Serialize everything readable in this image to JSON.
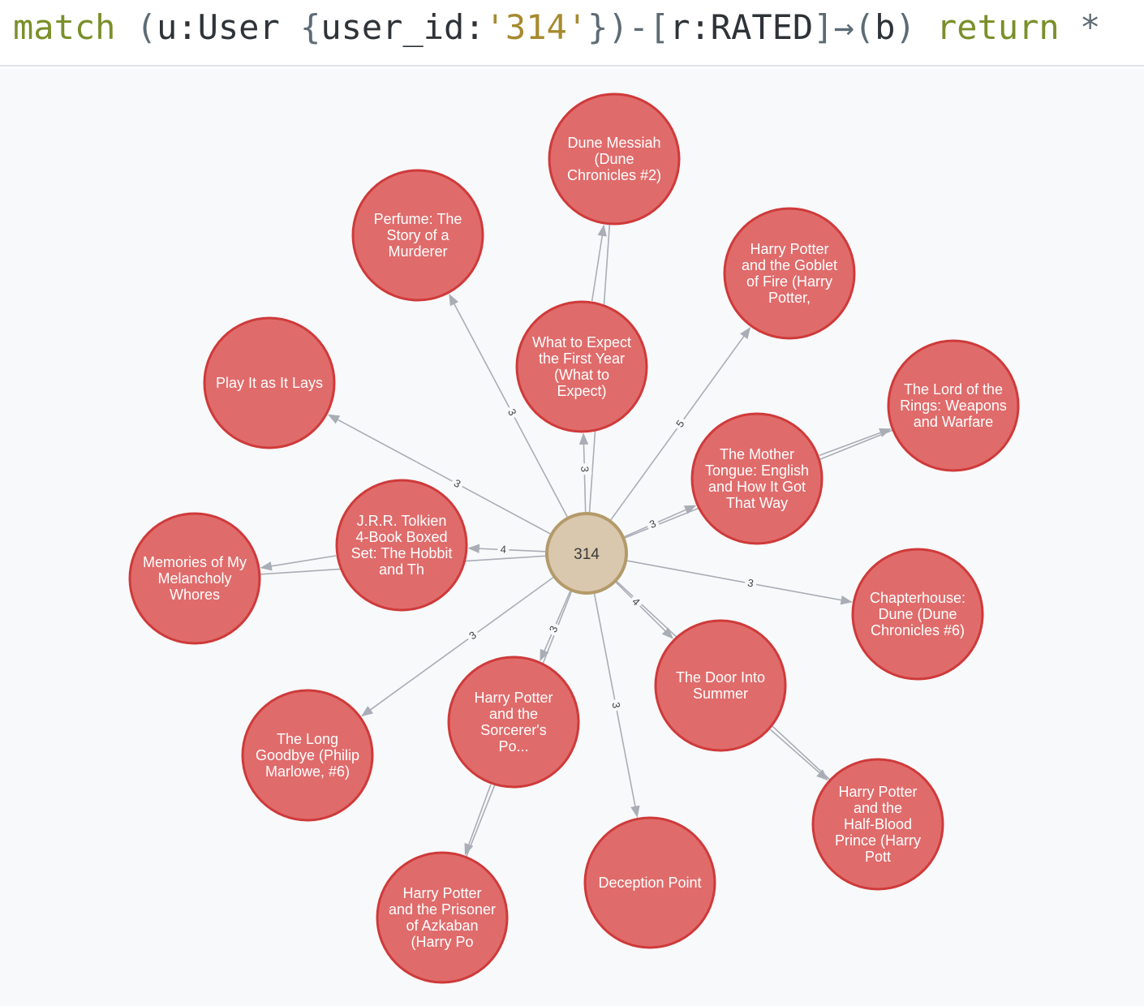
{
  "query": {
    "parts": [
      {
        "t": "match",
        "c": "kw"
      },
      {
        "t": " (",
        "c": "pn"
      },
      {
        "t": "u:User ",
        "c": "id"
      },
      {
        "t": "{",
        "c": "pn"
      },
      {
        "t": "user_id:",
        "c": "id"
      },
      {
        "t": "'314'",
        "c": "str"
      },
      {
        "t": "})-[",
        "c": "pn"
      },
      {
        "t": "r:RATED",
        "c": "id"
      },
      {
        "t": "]→(",
        "c": "pn"
      },
      {
        "t": "b",
        "c": "id"
      },
      {
        "t": ") ",
        "c": "pn"
      },
      {
        "t": "return",
        "c": "kw"
      },
      {
        "t": " *",
        "c": "pn"
      }
    ]
  },
  "colors": {
    "book_fill": "#e06b6b",
    "book_stroke": "#cf3a3a",
    "user_fill": "#d9c8ad",
    "user_stroke": "#b49a6a",
    "edge": "#a9adb5"
  },
  "graph": {
    "center": {
      "id": "314",
      "label": "314"
    },
    "nodes": [
      {
        "id": "dune-messiah",
        "lines": [
          "Dune Messiah",
          "(Dune",
          "Chronicles #2)"
        ],
        "rating": ""
      },
      {
        "id": "perfume",
        "lines": [
          "Perfume: The",
          "Story of a",
          "Murderer"
        ],
        "rating": "3"
      },
      {
        "id": "goblet-of-fire",
        "lines": [
          "Harry Potter",
          "and the Goblet",
          "of Fire (Harry",
          "Potter,"
        ],
        "rating": "5"
      },
      {
        "id": "what-to-expect",
        "lines": [
          "What to Expect",
          "the First Year",
          "(What to",
          "Expect)"
        ],
        "rating": "3"
      },
      {
        "id": "play-it-as-it-lays",
        "lines": [
          "Play It as It Lays"
        ],
        "rating": "3"
      },
      {
        "id": "lotr-weapons",
        "lines": [
          "The Lord of the",
          "Rings: Weapons",
          "and Warfare"
        ],
        "rating": ""
      },
      {
        "id": "mother-tongue",
        "lines": [
          "The Mother",
          "Tongue: English",
          "and How It Got",
          "That Way"
        ],
        "rating": "3"
      },
      {
        "id": "tolkien-boxed-set",
        "lines": [
          "J.R.R. Tolkien",
          "4-Book Boxed",
          "Set: The Hobbit",
          "and Th"
        ],
        "rating": "4"
      },
      {
        "id": "memories-melancholy",
        "lines": [
          "Memories of My",
          "Melancholy",
          "Whores"
        ],
        "rating": ""
      },
      {
        "id": "chapterhouse",
        "lines": [
          "Chapterhouse:",
          "Dune (Dune",
          "Chronicles #6)"
        ],
        "rating": "3"
      },
      {
        "id": "door-into-summer",
        "lines": [
          "The Door Into",
          "Summer"
        ],
        "rating": "4"
      },
      {
        "id": "sorcerers",
        "lines": [
          "Harry Potter",
          "and the",
          "Sorcerer's",
          "Po..."
        ],
        "rating": "3"
      },
      {
        "id": "long-goodbye",
        "lines": [
          "The Long",
          "Goodbye (Philip",
          "Marlowe, #6)"
        ],
        "rating": "3"
      },
      {
        "id": "deception-point",
        "lines": [
          "Deception Point"
        ],
        "rating": "3"
      },
      {
        "id": "half-blood-prince",
        "lines": [
          "Harry Potter",
          "and the",
          "Half-Blood",
          "Prince (Harry",
          "Pott"
        ],
        "rating": ""
      },
      {
        "id": "prisoner-azkaban",
        "lines": [
          "Harry Potter",
          "and the Prisoner",
          "of Azkaban",
          "(Harry Po"
        ],
        "rating": ""
      }
    ]
  }
}
